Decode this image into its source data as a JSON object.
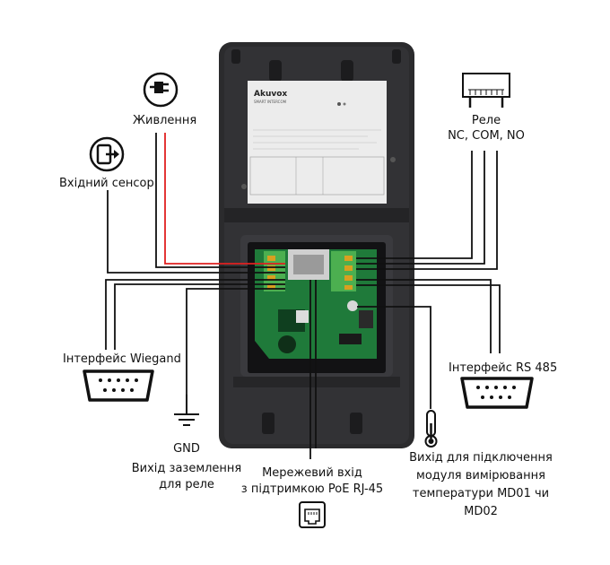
{
  "device": {
    "brand": "Akuvox",
    "brand_tag": "SMART INTERCOM"
  },
  "labels": {
    "power": "Живлення",
    "input_sensor": "Вхідний сенсор",
    "relay_title": "Реле",
    "relay_contacts": "NC, COM, NO",
    "wiegand": "Інтерфейс Wiegand",
    "rs485": "Інтерфейс RS 485",
    "gnd": "GND",
    "gnd_desc_1": "Вихід заземлення",
    "gnd_desc_2": "для реле",
    "network_1": "Мережевий вхід",
    "network_2": "з підтримкою PoE RJ-45",
    "temp_1": "Вихід для підключення",
    "temp_2": "модуля вимірювання",
    "temp_3": "температури MD01 чи",
    "temp_4": "MD02"
  },
  "icons": {
    "power": "power-plug-icon",
    "input_sensor": "door-exit-icon",
    "relay": "relay-terminal-icon",
    "wiegand": "db9-connector-icon",
    "rs485": "db9-connector-icon",
    "gnd": "ground-symbol-icon",
    "network": "rj45-port-icon",
    "temp": "thermometer-icon"
  },
  "colors": {
    "power_wire": "#e02020",
    "wire": "#111111",
    "device_body": "#2b2b2d",
    "pcb": "#1f7a3a",
    "terminal": "#4caf50"
  }
}
